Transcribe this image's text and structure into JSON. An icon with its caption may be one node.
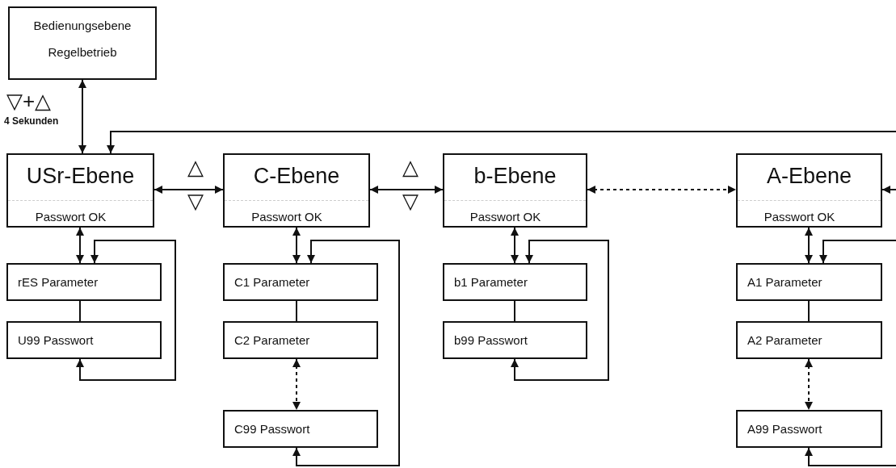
{
  "diagram": {
    "nodes": [
      {
        "text": [
          "Bedienungsebene Regelbetrieb"
        ]
      },
      {
        "text": [
          "USr-Ebene",
          "Passwort OK"
        ]
      },
      {
        "text": [
          "C-Ebene",
          "Passwort OK"
        ]
      },
      {
        "text": [
          "b-Ebene",
          "Passwort OK"
        ]
      },
      {
        "text": [
          "A-Ebene",
          "Passwort OK"
        ]
      },
      {
        "text": [
          "rES Parameter"
        ]
      },
      {
        "text": [
          "U99 Passwort"
        ]
      },
      {
        "text": [
          "C1 Parameter"
        ]
      },
      {
        "text": [
          "C2 Parameter"
        ]
      },
      {
        "text": [
          "C99 Passwort"
        ]
      },
      {
        "text": [
          "b1 Parameter"
        ]
      },
      {
        "text": [
          "b99 Passwort"
        ]
      },
      {
        "text": [
          "A1 Parameter"
        ]
      },
      {
        "text": [
          "A2 Parameter"
        ]
      },
      {
        "text": [
          "A99 Passwort"
        ]
      }
    ],
    "edges": [
      {
        "from": 0,
        "to": 1,
        "arrow": "both"
      },
      {
        "from": 1,
        "to": 2,
        "arrow": "both"
      },
      {
        "from": 2,
        "to": 3,
        "arrow": "both"
      },
      {
        "from": 3,
        "to": 4,
        "arrow": "both",
        "style": "dashed"
      },
      {
        "from": null,
        "to": 4,
        "arrow": "to"
      },
      {
        "from": null,
        "to": 1,
        "arrow": "to"
      },
      {
        "from": 1,
        "to": 5,
        "arrow": "both"
      },
      {
        "from": 5,
        "to": 6,
        "arrow": "none"
      },
      {
        "from": 6,
        "to": 5,
        "arrow": "both"
      },
      {
        "from": 2,
        "to": 7,
        "arrow": "both"
      },
      {
        "from": 7,
        "to": 8,
        "arrow": "none"
      },
      {
        "from": 8,
        "to": 9,
        "arrow": "both",
        "style": "dashed"
      },
      {
        "from": 9,
        "to": 7,
        "arrow": "both"
      },
      {
        "from": 3,
        "to": 10,
        "arrow": "both"
      },
      {
        "from": 10,
        "to": 11,
        "arrow": "none"
      },
      {
        "from": 11,
        "to": 10,
        "arrow": "both"
      },
      {
        "from": 4,
        "to": 12,
        "arrow": "both"
      },
      {
        "from": 12,
        "to": 13,
        "arrow": "none"
      },
      {
        "from": 13,
        "to": 14,
        "arrow": "both",
        "style": "dashed"
      },
      {
        "from": null,
        "to": 12,
        "arrow": "to"
      },
      {
        "from": null,
        "to": 14,
        "arrow": "to"
      }
    ],
    "labels": [
      "▽+△",
      "4 Sekunden",
      "△",
      "▽",
      "△",
      "▽"
    ]
  }
}
